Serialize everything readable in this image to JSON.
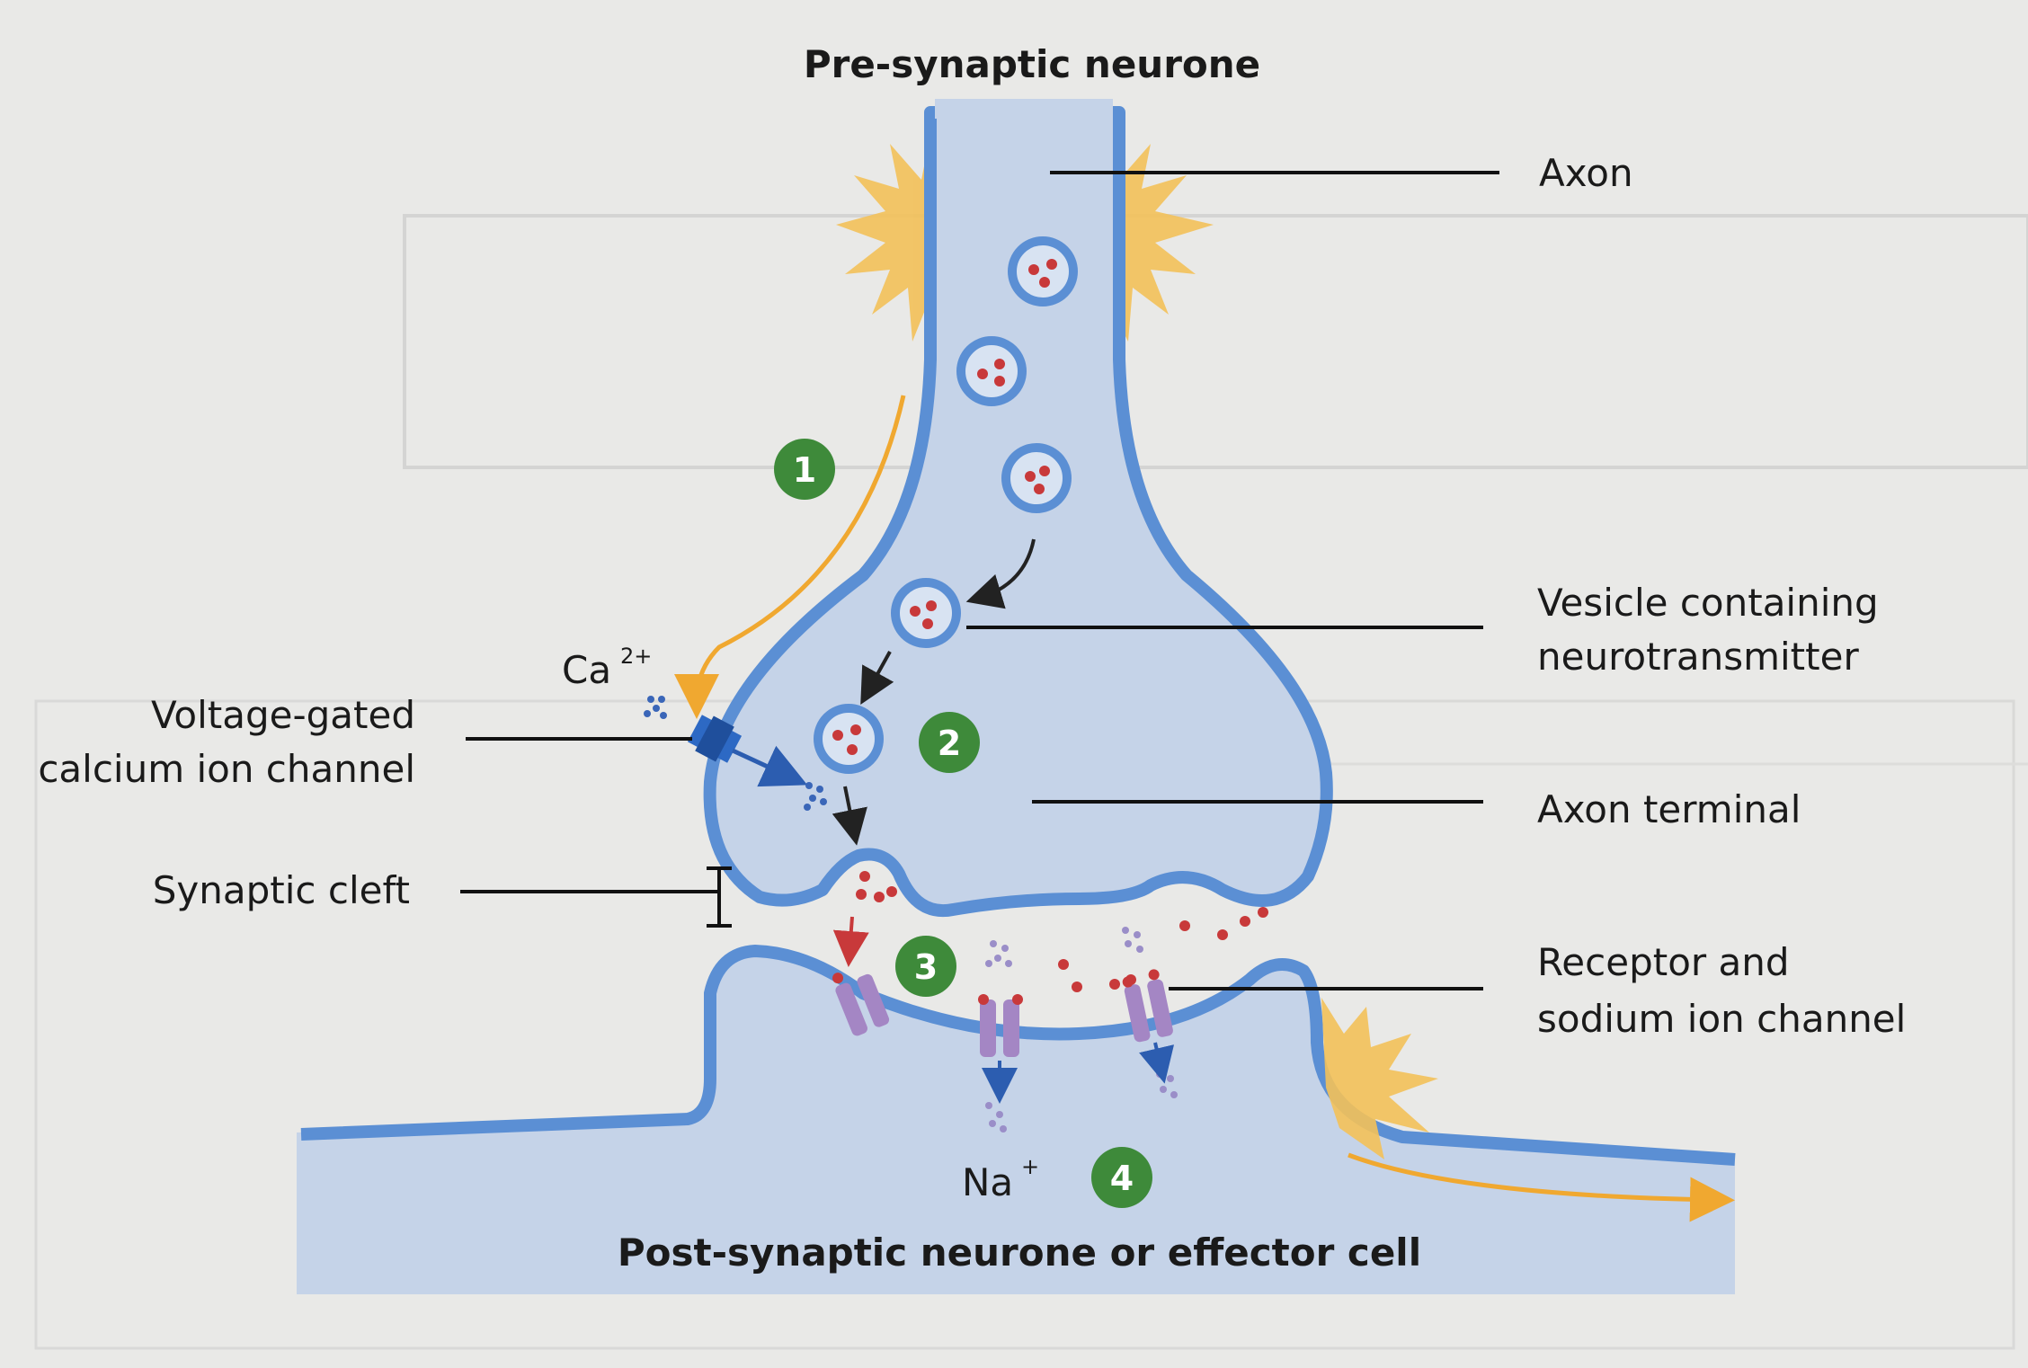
{
  "diagram": {
    "title_top": "Pre-synaptic neurone",
    "title_bottom": "Post-synaptic neurone or effector cell",
    "labels": {
      "axon": "Axon",
      "vesicle_line1": "Vesicle containing",
      "vesicle_line2": "neurotransmitter",
      "axon_terminal": "Axon terminal",
      "receptor_line1": "Receptor and",
      "receptor_line2": "sodium ion channel",
      "vgcc_line1": "Voltage-gated",
      "vgcc_line2": "calcium ion channel",
      "synaptic_cleft": "Synaptic cleft",
      "ca_ion": "Ca",
      "ca_charge": "2+",
      "na_ion": "Na",
      "na_charge": "+"
    },
    "steps": [
      "1",
      "2",
      "3",
      "4"
    ],
    "colors": {
      "background": "#e9e9e7",
      "membrane": "#5b8fd4",
      "cytoplasm": "#c5d3e8",
      "step_badge": "#3e8a3a",
      "action_potential": "#f0b43c",
      "neurotransmitter": "#c8393a",
      "receptor": "#a486c4",
      "ion": "#3a66b8"
    }
  }
}
